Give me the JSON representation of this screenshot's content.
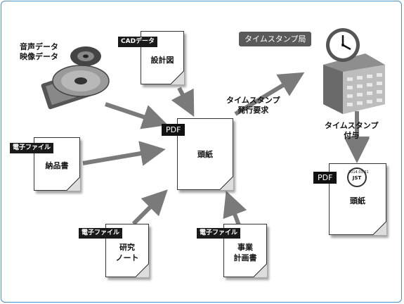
{
  "media": {
    "line1": "音声データ",
    "line2": "映像データ"
  },
  "cad": {
    "tag": "CADデータ",
    "label": "設計図"
  },
  "invoice": {
    "tag": "電子ファイル",
    "label": "納品書"
  },
  "notebook": {
    "tag": "電子ファイル",
    "line1": "研究",
    "line2": "ノート"
  },
  "plan": {
    "tag": "電子ファイル",
    "line1": "事業",
    "line2": "計画書"
  },
  "center_doc": {
    "pdf": "PDF",
    "label": "頭紙"
  },
  "request": {
    "line1": "タイムスタンプ",
    "line2": "発行要求"
  },
  "authority": {
    "label": "タイムスタンプ局"
  },
  "attach": {
    "line1": "タイムスタンプ",
    "line2": "付与"
  },
  "result_doc": {
    "pdf": "PDF",
    "label": "頭紙",
    "seal_text": "JST",
    "seal_date": "2014.03.01"
  },
  "colors": {
    "arrow": "#7a7a7a",
    "tag_bg": "#1a1a1a",
    "frame": "#4a90c8"
  }
}
